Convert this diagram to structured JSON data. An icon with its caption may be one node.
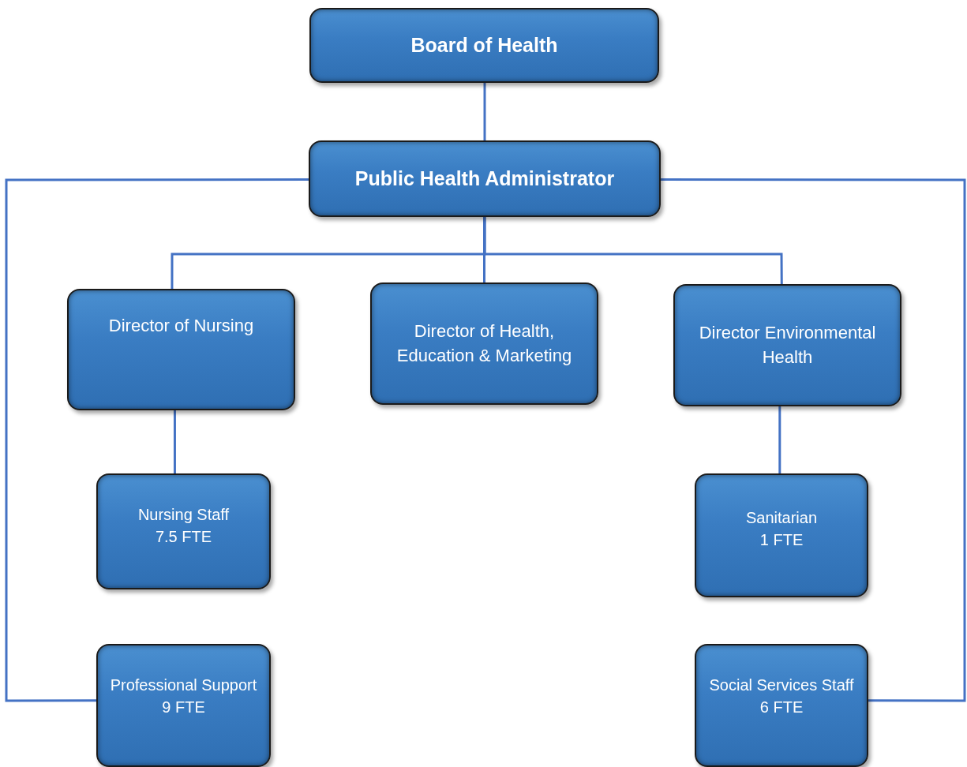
{
  "diagram": {
    "nodes": [
      {
        "text": [
          "Board of Health"
        ]
      },
      {
        "text": [
          "Public Health Administrator"
        ]
      },
      {
        "text": [
          "Director of Nursing"
        ]
      },
      {
        "text": [
          "Director of Health, Education & Marketing"
        ]
      },
      {
        "text": [
          "Director Environmental Health"
        ]
      },
      {
        "text": [
          "Nursing Staff",
          "7.5 FTE"
        ]
      },
      {
        "text": [
          "Sanitarian",
          "1 FTE"
        ]
      },
      {
        "text": [
          "Professional Support",
          "9 FTE"
        ]
      },
      {
        "text": [
          "Social Services Staff",
          "6 FTE"
        ]
      }
    ],
    "edges": [
      {
        "from": 0,
        "to": 1,
        "arrow": "none"
      },
      {
        "from": 1,
        "to": 2,
        "arrow": "none"
      },
      {
        "from": 1,
        "to": 3,
        "arrow": "none"
      },
      {
        "from": 1,
        "to": 4,
        "arrow": "none"
      },
      {
        "from": 2,
        "to": 5,
        "arrow": "none"
      },
      {
        "from": 4,
        "to": 6,
        "arrow": "none"
      },
      {
        "from": 1,
        "to": 7,
        "arrow": "none"
      },
      {
        "from": 1,
        "to": 8,
        "arrow": "none"
      }
    ]
  }
}
